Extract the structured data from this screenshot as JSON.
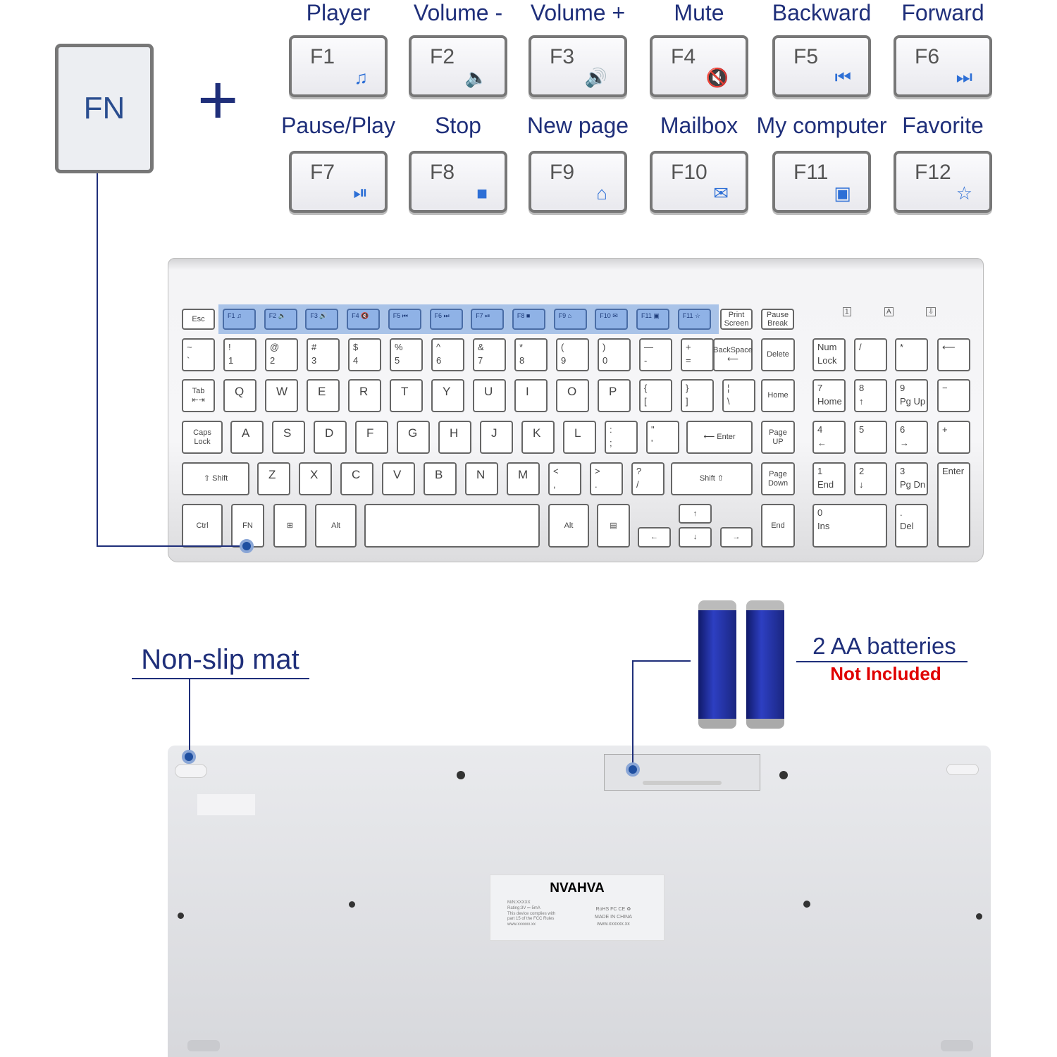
{
  "fn_key": "FN",
  "plus": "+",
  "function_keys": [
    {
      "label": "Player",
      "key": "F1",
      "icon": "music-note-icon",
      "glyph": "♫"
    },
    {
      "label": "Volume -",
      "key": "F2",
      "icon": "volume-down-icon",
      "glyph": "🔈"
    },
    {
      "label": "Volume +",
      "key": "F3",
      "icon": "volume-up-icon",
      "glyph": "🔊"
    },
    {
      "label": "Mute",
      "key": "F4",
      "icon": "mute-icon",
      "glyph": "🔇"
    },
    {
      "label": "Backward",
      "key": "F5",
      "icon": "previous-track-icon",
      "glyph": "⏮"
    },
    {
      "label": "Forward",
      "key": "F6",
      "icon": "next-track-icon",
      "glyph": "⏭"
    },
    {
      "label": "Pause/Play",
      "key": "F7",
      "icon": "play-pause-icon",
      "glyph": "⏯"
    },
    {
      "label": "Stop",
      "key": "F8",
      "icon": "stop-icon",
      "glyph": "■"
    },
    {
      "label": "New page",
      "key": "F9",
      "icon": "home-icon",
      "glyph": "⌂"
    },
    {
      "label": "Mailbox",
      "key": "F10",
      "icon": "mail-icon",
      "glyph": "✉"
    },
    {
      "label": "My computer",
      "key": "F11",
      "icon": "computer-icon",
      "glyph": "▣"
    },
    {
      "label": "Favorite",
      "key": "F12",
      "icon": "favorite-folder-icon",
      "glyph": "☆"
    }
  ],
  "keyboard": {
    "rows": [
      [
        "Esc",
        "F1 ♫",
        "F2 🔈",
        "F3 🔊",
        "F4 🔇",
        "F5 ⏮",
        "F6 ⏭",
        "F7 ⏯",
        "F8 ■",
        "F9 ⌂",
        "F10 ✉",
        "F11 ▣",
        "F11 ☆",
        "Print\nScreen",
        "Pause\nBreak"
      ],
      [
        "~\n`",
        "!\n1",
        "@\n2",
        "#\n3",
        "$\n4",
        "%\n5",
        "^\n6",
        "&\n7",
        "*\n8",
        "(\n9",
        ")\n0",
        "—\n-",
        "+\n=",
        "BackSpace\n⟵",
        "Delete"
      ],
      [
        "Tab\n⇤⇥",
        "Q",
        "W",
        "E",
        "R",
        "T",
        "Y",
        "U",
        "I",
        "O",
        "P",
        "{\n[",
        "}\n]",
        "¦\n\\",
        "Home"
      ],
      [
        "Caps\nLock",
        "A",
        "S",
        "D",
        "F",
        "G",
        "H",
        "J",
        "K",
        "L",
        ":\n;",
        "\"\n'",
        "⟵ Enter",
        "Page\nUP"
      ],
      [
        "⇧ Shift",
        "Z",
        "X",
        "C",
        "V",
        "B",
        "N",
        "M",
        "<\n,",
        ">\n.",
        "?\n/",
        "Shift ⇧",
        "Page\nDown"
      ],
      [
        "Ctrl",
        "FN",
        "⊞",
        "Alt",
        "",
        "Alt",
        "▤",
        "↑",
        "←",
        "↓",
        "→",
        "End"
      ]
    ],
    "numpad": [
      "Num\nLock",
      "/",
      "*",
      "⟵",
      "7\nHome",
      "8\n↑",
      "9\nPg Up",
      "−",
      "4\n←",
      "5",
      "6\n→",
      "+",
      "1\nEnd",
      "2\n↓",
      "3\nPg Dn",
      "Enter",
      "0\nIns",
      ".\nDel"
    ],
    "indicators": [
      "1",
      "A",
      "⇩"
    ]
  },
  "non_slip_label": "Non-slip mat",
  "battery_label": "2 AA batteries",
  "battery_note": "Not Included",
  "brand_label": {
    "brand": "NVAHVA",
    "left_text": "M/N:XXXXX\nRating:3V ⎓ 5mA\nThis device complies with\npart 15 of the FCC Rules\nwww.xxxxxx.xx",
    "right_text": "RoHS FC CE ♻\nMADE IN CHINA\nwww.xxxxxx.xx"
  },
  "colors": {
    "accent": "#1f2f7a",
    "highlight": "#8fb2e6",
    "warning": "#e00000"
  }
}
